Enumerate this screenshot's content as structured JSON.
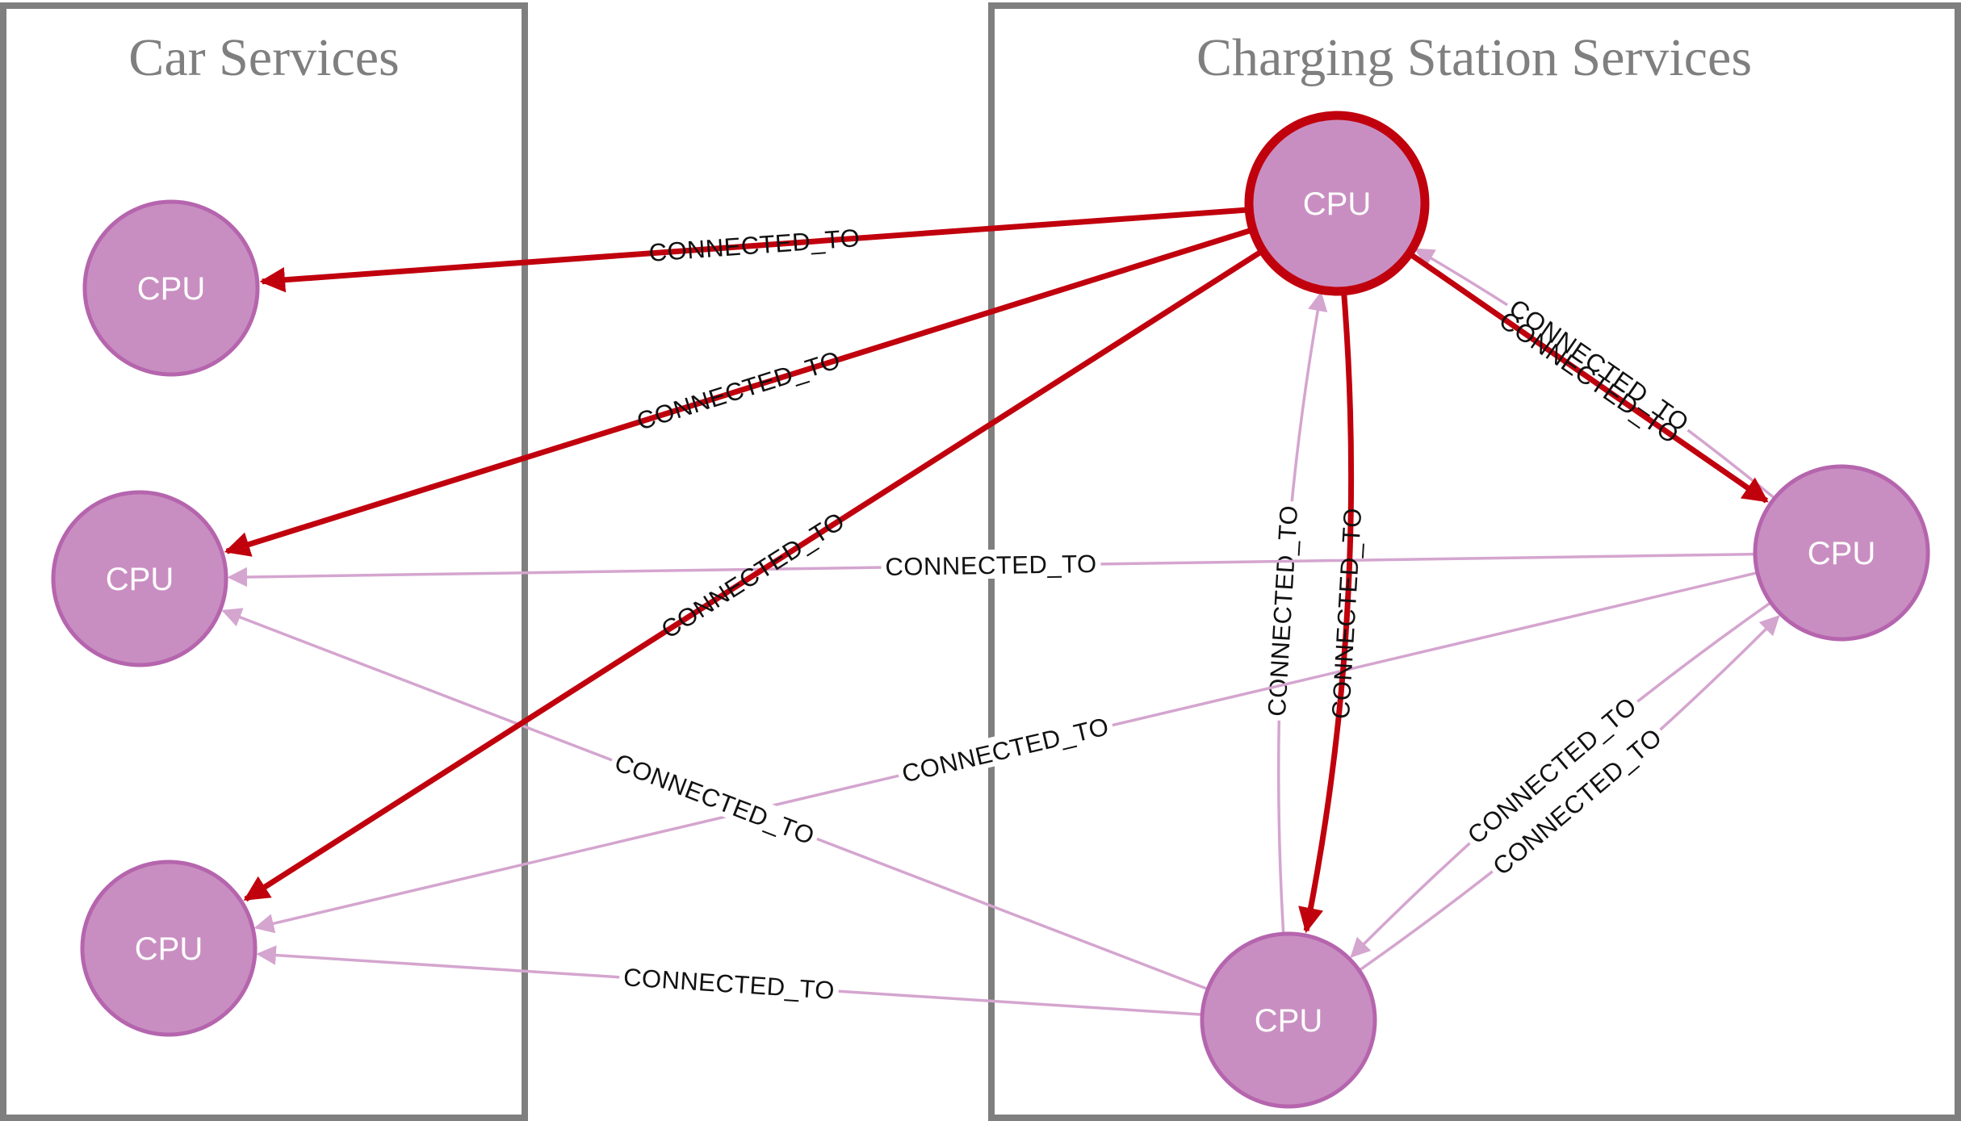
{
  "groups": [
    {
      "id": "car",
      "title": "Car Services"
    },
    {
      "id": "charging",
      "title": "Charging Station Services"
    }
  ],
  "nodes": [
    {
      "id": "car1",
      "label": "CPU",
      "group": "car"
    },
    {
      "id": "car2",
      "label": "CPU",
      "group": "car"
    },
    {
      "id": "car3",
      "label": "CPU",
      "group": "car"
    },
    {
      "id": "cs_top",
      "label": "CPU",
      "group": "charging",
      "selected": true
    },
    {
      "id": "cs_right",
      "label": "CPU",
      "group": "charging"
    },
    {
      "id": "cs_bottom",
      "label": "CPU",
      "group": "charging"
    }
  ],
  "edges": [
    {
      "from": "cs_top",
      "to": "car1",
      "label": "CONNECTED_TO",
      "highlight": true
    },
    {
      "from": "cs_top",
      "to": "car2",
      "label": "CONNECTED_TO",
      "highlight": true
    },
    {
      "from": "cs_top",
      "to": "car3",
      "label": "CONNECTED_TO",
      "highlight": true
    },
    {
      "from": "cs_top",
      "to": "cs_right",
      "label": "CONNECTED_TO",
      "highlight": true
    },
    {
      "from": "cs_top",
      "to": "cs_bottom",
      "label": "CONNECTED_TO",
      "highlight": true
    },
    {
      "from": "cs_right",
      "to": "cs_top",
      "label": "CONNECTED_TO",
      "highlight": false
    },
    {
      "from": "cs_bottom",
      "to": "cs_top",
      "label": "CONNECTED_TO",
      "highlight": false
    },
    {
      "from": "cs_right",
      "to": "car2",
      "label": "CONNECTED_TO",
      "highlight": false
    },
    {
      "from": "cs_right",
      "to": "car3",
      "label": "CONNECTED_TO",
      "highlight": false
    },
    {
      "from": "cs_bottom",
      "to": "car2",
      "label": "CONNECTED_TO",
      "highlight": false
    },
    {
      "from": "cs_bottom",
      "to": "car3",
      "label": "CONNECTED_TO",
      "highlight": false
    },
    {
      "from": "cs_bottom",
      "to": "cs_right",
      "label": "CONNECTED_TO",
      "highlight": false
    },
    {
      "from": "cs_right",
      "to": "cs_bottom",
      "label": "CONNECTED_TO",
      "highlight": false
    }
  ],
  "colors": {
    "node_fill": "#c98ec1",
    "node_stroke": "#b565ad",
    "edge_normal": "#d4a5cf",
    "edge_highlight": "#c0000d",
    "group_border": "#7f7f7f"
  }
}
